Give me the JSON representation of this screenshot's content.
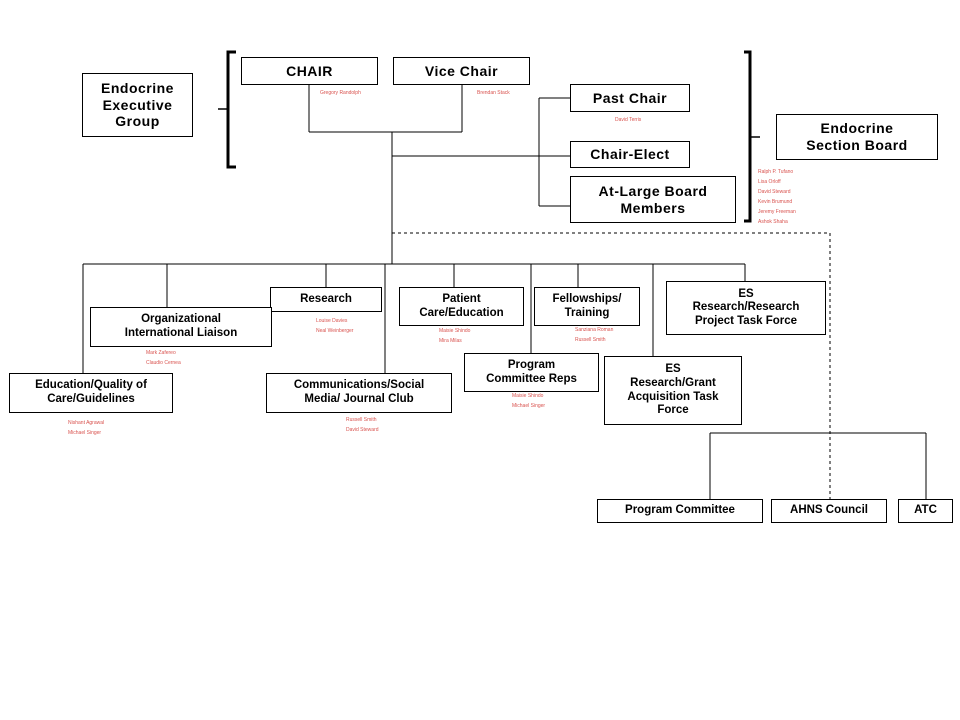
{
  "boxes": {
    "executive_group": "Endocrine\nExecutive\nGroup",
    "chair": "CHAIR",
    "vice_chair": "Vice Chair",
    "past_chair": "Past Chair",
    "chair_elect": "Chair-Elect",
    "at_large": "At-Large Board\nMembers",
    "section_board": "Endocrine\nSection Board",
    "research": "Research",
    "patient_care": "Patient\nCare/Education",
    "fellowships": "Fellowships/\nTraining",
    "es_research_project": "ES\nResearch/Research\nProject Task Force",
    "organizational_liaison": "Organizational\nInternational Liaison",
    "program_committee_reps": "Program\nCommittee Reps",
    "es_research_grant": "ES\nResearch/Grant\nAcquisition Task\nForce",
    "education_quality": "Education/Quality of\nCare/Guidelines",
    "communications": "Communications/Social\nMedia/ Journal Club",
    "program_committee": "Program Committee",
    "ahns_council": "AHNS Council",
    "atc": "ATC"
  },
  "names": {
    "chair": [
      "Gregory Randolph"
    ],
    "vice_chair": [
      "Brendan Stack"
    ],
    "past_chair": [
      "David Terris"
    ],
    "section_board": [
      "Ralph P. Tufano",
      "Lisa Orloff",
      "David Steward",
      "Kevin Brumund",
      "Jeremy Freeman",
      "Ashok Shaha"
    ],
    "research": [
      "Louise Davies",
      "Neal Weinberger"
    ],
    "patient_care": [
      "Maisie Shindo",
      "Mira Milas"
    ],
    "fellowships": [
      "Sanziana Roman",
      "Russell Smith"
    ],
    "organizational_liaison": [
      "Mark Zafereo",
      "Claudio Cernea"
    ],
    "program_committee_reps": [
      "Maisie Shindo",
      "Michael Singer"
    ],
    "education_quality": [
      "Nishant Agrawal",
      "Michael Singer"
    ],
    "communications": [
      "Russell Smith",
      "David Steward"
    ]
  }
}
